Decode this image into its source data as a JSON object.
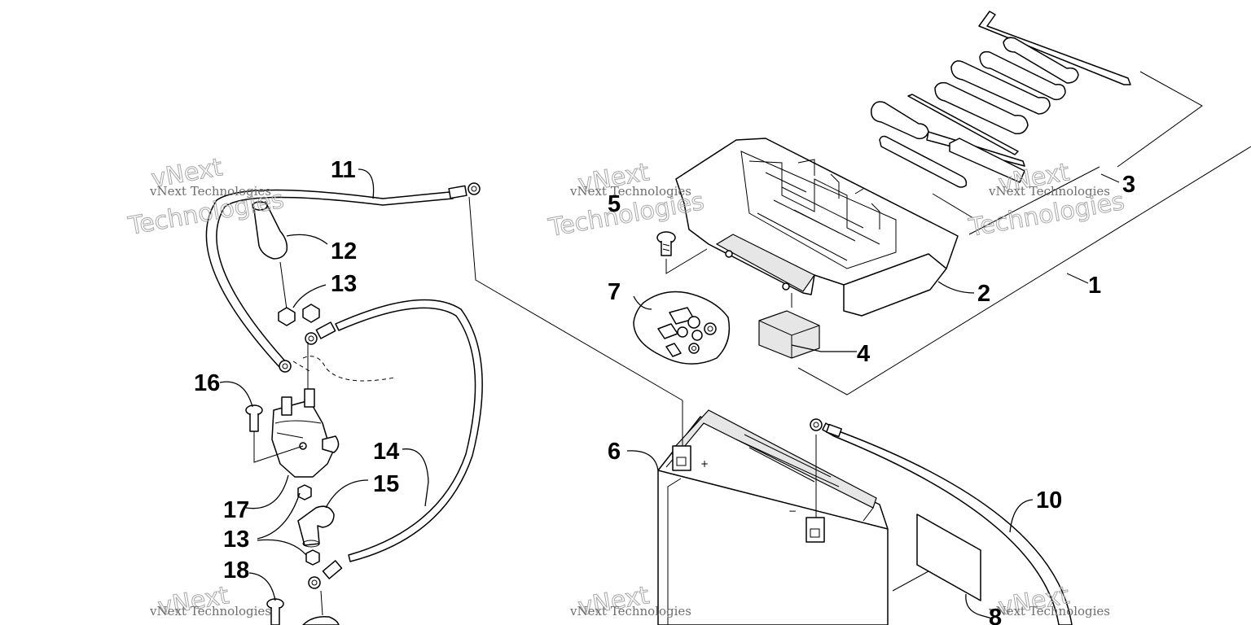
{
  "callouts": {
    "c1": "1",
    "c2": "2",
    "c3": "3",
    "c4": "4",
    "c5": "5",
    "c6": "6",
    "c7": "7",
    "c8": "8",
    "c10": "10",
    "c11": "11",
    "c12": "12",
    "c13a": "13",
    "c13b": "13",
    "c14": "14",
    "c15": "15",
    "c16": "16",
    "c17": "17",
    "c18": "18"
  },
  "watermark": {
    "company": "vNext Technologies",
    "word1": "vNext",
    "word2": "Technologies"
  },
  "colors": {
    "line": "#000000",
    "watermark": "#6e6e6e",
    "background": "#ffffff"
  }
}
